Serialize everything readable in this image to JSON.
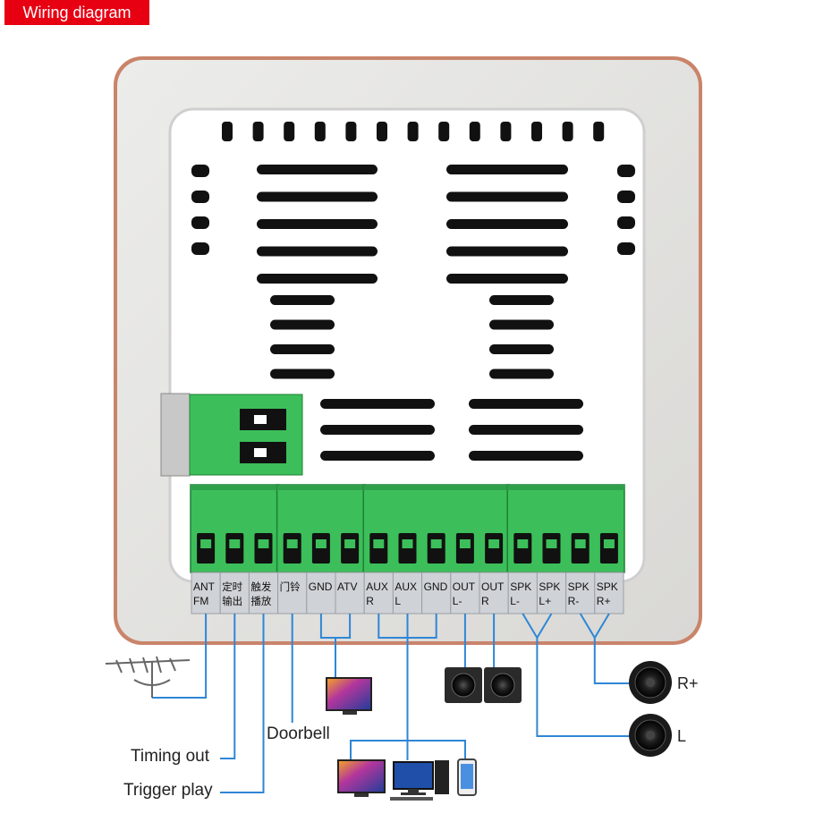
{
  "title": "Wiring diagram",
  "terminals": [
    {
      "line1": "ANT",
      "line2": "FM"
    },
    {
      "line1": "定时",
      "line2": "输出"
    },
    {
      "line1": "触发",
      "line2": "播放"
    },
    {
      "line1": "门铃",
      "line2": ""
    },
    {
      "line1": "GND",
      "line2": ""
    },
    {
      "line1": "ATV",
      "line2": ""
    },
    {
      "line1": "AUX",
      "line2": "R"
    },
    {
      "line1": "AUX",
      "line2": "L"
    },
    {
      "line1": "GND",
      "line2": ""
    },
    {
      "line1": "OUT",
      "line2": "L-"
    },
    {
      "line1": "OUT",
      "line2": "R"
    },
    {
      "line1": "SPK",
      "line2": "L-"
    },
    {
      "line1": "SPK",
      "line2": "L+"
    },
    {
      "line1": "SPK",
      "line2": "R-"
    },
    {
      "line1": "SPK",
      "line2": "R+"
    }
  ],
  "labels": {
    "doorbell": "Doorbell",
    "timing_out": "Timing out",
    "trigger_play": "Trigger play",
    "speaker_r": "R+",
    "speaker_l": "L"
  },
  "colors": {
    "title_bg": "#e60012",
    "connector_green": "#3cbf5a",
    "wire_blue": "#2f86d6",
    "frame_rose": "#c9846a"
  },
  "icons": [
    "fm-antenna-icon",
    "tv-icon",
    "active-speakers-icon",
    "tv-icon",
    "desktop-pc-icon",
    "smartphone-icon",
    "ceiling-speaker-icon"
  ]
}
